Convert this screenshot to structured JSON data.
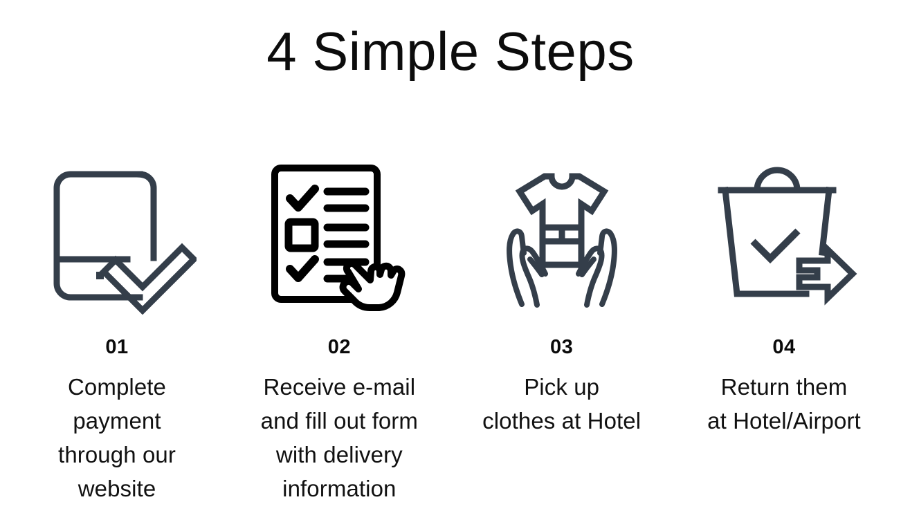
{
  "page": {
    "background": "#ffffff",
    "title": "4 Simple Steps"
  },
  "colors": {
    "title_text": "#0c0c0c",
    "number_text": "#0b0b0b",
    "body_text": "#111111",
    "icon_slate": "#343e4a",
    "icon_black": "#000000",
    "background": "#ffffff"
  },
  "steps": [
    {
      "number": "01",
      "description": "Complete\npayment\nthrough our\nwebsite",
      "icon_name": "tablet-checkmark-icon",
      "icon_color": "#343e4a"
    },
    {
      "number": "02",
      "description": "Receive e-mail\nand fill out form\nwith delivery\ninformation",
      "icon_name": "checklist-form-pointer-icon",
      "icon_color": "#000000"
    },
    {
      "number": "03",
      "description": "Pick up\nclothes at Hotel",
      "icon_name": "tshirt-in-hands-icon",
      "icon_color": "#343e4a"
    },
    {
      "number": "04",
      "description": "Return them\nat Hotel/Airport",
      "icon_name": "shopping-bag-check-arrow-icon",
      "icon_color": "#343e4a"
    }
  ]
}
